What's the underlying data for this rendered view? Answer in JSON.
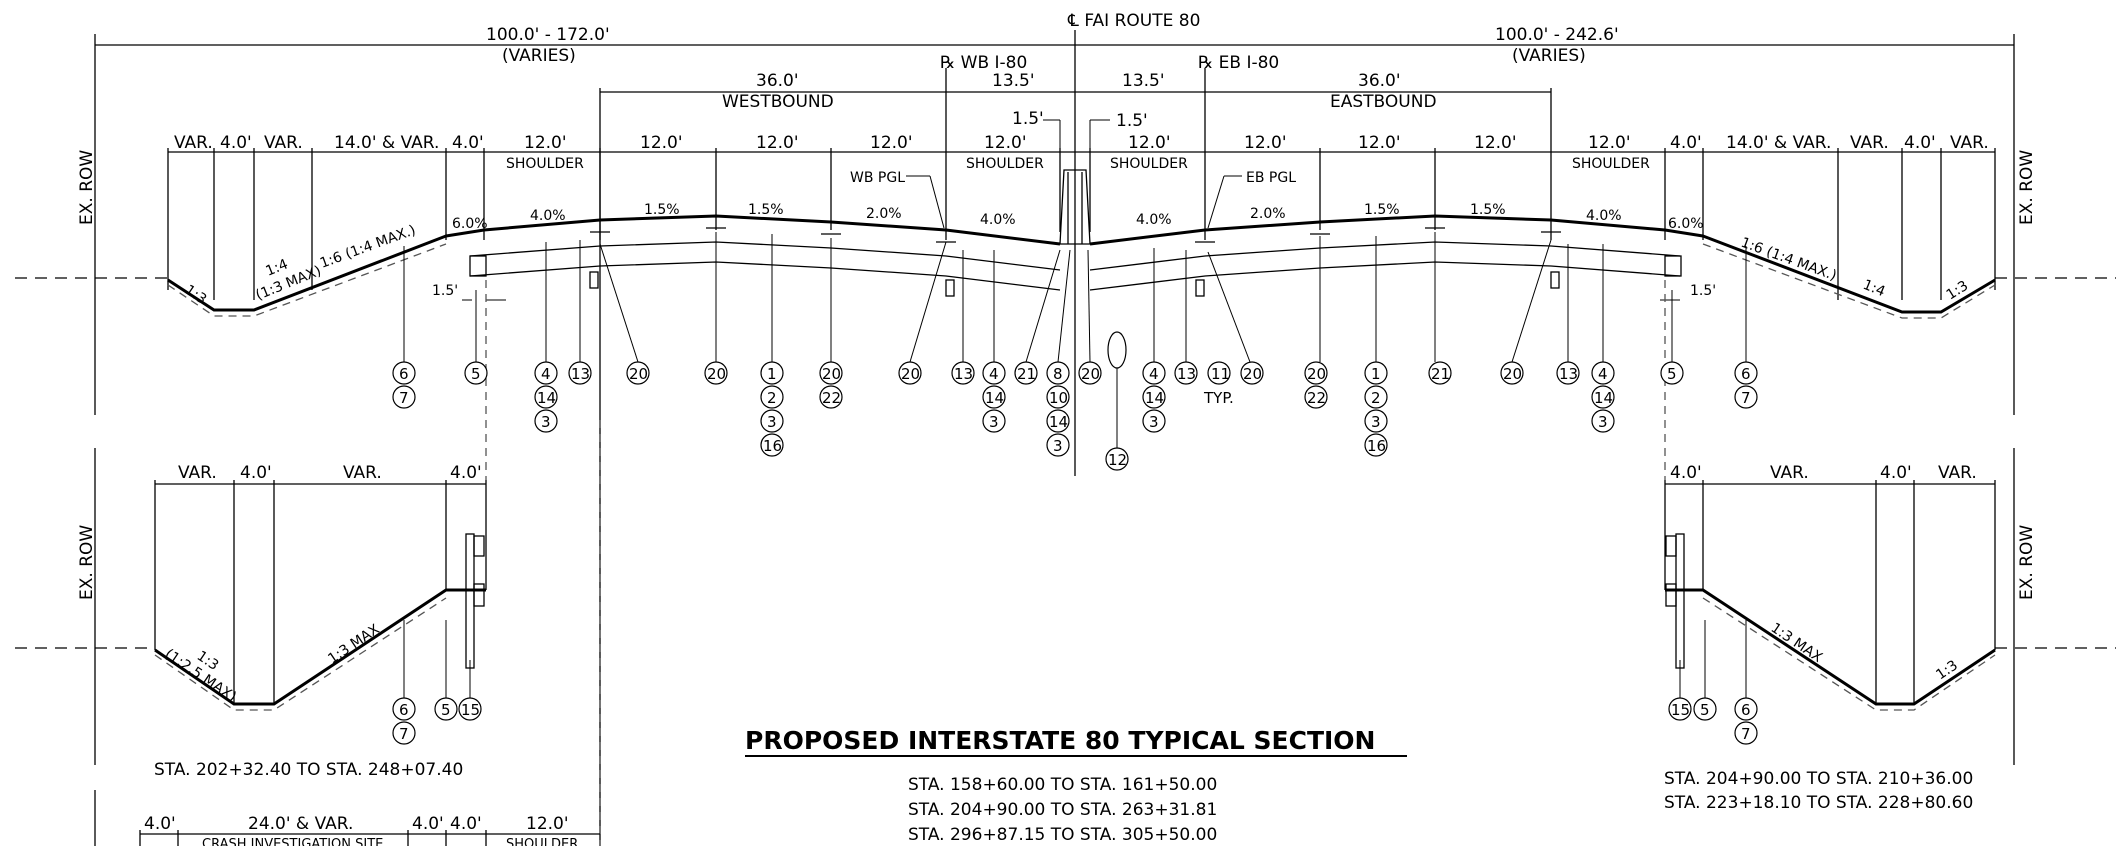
{
  "title": "PROPOSED INTERSTATE 80 TYPICAL SECTION",
  "centerline": "℄ FAI ROUTE 80",
  "baselines": {
    "wb": "℞ WB I-80",
    "eb": "℞ EB I-80"
  },
  "overall_widths": {
    "left": "100.0' - 172.0'",
    "right": "100.0' - 242.6'",
    "varies": "(VARIES)"
  },
  "directions": {
    "wb_width": "36.0'",
    "wb_label": "WESTBOUND",
    "eb_width": "36.0'",
    "eb_label": "EASTBOUND",
    "median_left": "13.5'",
    "median_right": "13.5'",
    "barrier_left": "1.5'",
    "barrier_right": "1.5'"
  },
  "row_label": "EX. ROW",
  "shoulder": "SHOULDER",
  "pgl": {
    "wb": "WB PGL",
    "eb": "EB PGL"
  },
  "dims_top_left": [
    "VAR.",
    "4.0'",
    "VAR.",
    "14.0' & VAR.",
    "4.0'",
    "12.0'",
    "12.0'",
    "12.0'",
    "12.0'",
    "12.0'"
  ],
  "dims_top_right": [
    "12.0'",
    "12.0'",
    "12.0'",
    "12.0'",
    "12.0'",
    "4.0'",
    "14.0' & VAR.",
    "VAR.",
    "4.0'",
    "VAR."
  ],
  "slopes_pct": [
    "6.0%",
    "4.0%",
    "1.5%",
    "1.5%",
    "2.0%",
    "4.0%",
    "4.0%",
    "2.0%",
    "1.5%",
    "1.5%",
    "4.0%",
    "6.0%"
  ],
  "side_slopes": {
    "l1": "1:3",
    "l2": "1:4",
    "l2b": "(1:3 MAX)",
    "l3": "1:6 (1:4 MAX.)",
    "r3": "1:6 (1:4 MAX.)",
    "r2": "1:4",
    "r1": "1:3",
    "ll1": "1:3",
    "ll1b": "(1:2.5 MAX)",
    "ll2": "1:3 MAX",
    "rr2": "1:3 MAX",
    "rr1": "1:3"
  },
  "offsets": {
    "left": "1.5'",
    "right": "1.5'"
  },
  "callouts": {
    "c6": "6",
    "c7": "7",
    "c5": "5",
    "c4": "4",
    "c14": "14",
    "c3": "3",
    "c13": "13",
    "c20": "20",
    "c1": "1",
    "c2": "2",
    "c16": "16",
    "c22": "22",
    "c21": "21",
    "c8": "8",
    "c10": "10",
    "c11": "11",
    "c12": "12",
    "c15": "15",
    "typ": "TYP."
  },
  "lower_left": {
    "dims": [
      "VAR.",
      "4.0'",
      "VAR.",
      "4.0'"
    ],
    "station": "STA. 202+32.40 TO STA. 248+07.40"
  },
  "lower_right": {
    "dims": [
      "4.0'",
      "VAR.",
      "4.0'",
      "VAR."
    ],
    "stations": [
      "STA. 204+90.00 TO STA. 210+36.00",
      "STA. 223+18.10 TO STA. 228+80.60"
    ]
  },
  "main_stations": [
    "STA. 158+60.00 TO STA. 161+50.00",
    "STA. 204+90.00 TO STA. 263+31.81",
    "STA. 296+87.15 TO STA. 305+50.00"
  ],
  "bottom_left": {
    "dims": [
      "4.0'",
      "24.0' & VAR.",
      "4.0'",
      "4.0'",
      "12.0'"
    ],
    "site": "CRASH INVESTIGATION SITE",
    "shoulder": "SHOULDER"
  }
}
